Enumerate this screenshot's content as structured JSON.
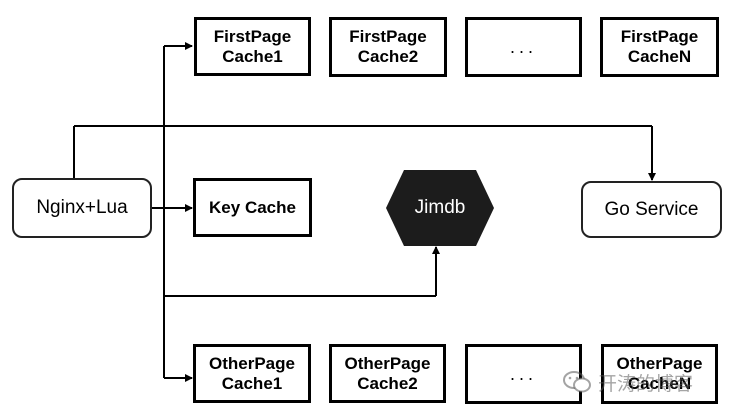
{
  "diagram": {
    "nginx": "Nginx+Lua",
    "go_service": "Go Service",
    "jimdb": "Jimdb",
    "key_cache": "Key Cache",
    "first_page": [
      {
        "line1": "FirstPage",
        "line2": "Cache1"
      },
      {
        "line1": "FirstPage",
        "line2": "Cache2"
      },
      {
        "line1": "...",
        "line2": ""
      },
      {
        "line1": "FirstPage",
        "line2": "CacheN"
      }
    ],
    "other_page": [
      {
        "line1": "OtherPage",
        "line2": "Cache1"
      },
      {
        "line1": "OtherPage",
        "line2": "Cache2"
      },
      {
        "line1": "...",
        "line2": ""
      },
      {
        "line1": "OtherPage",
        "line2": "CacheN"
      }
    ]
  },
  "watermark": {
    "text": "开涛的博客"
  },
  "colors": {
    "line": "#000000",
    "hex_fill": "#1c1c1c"
  }
}
